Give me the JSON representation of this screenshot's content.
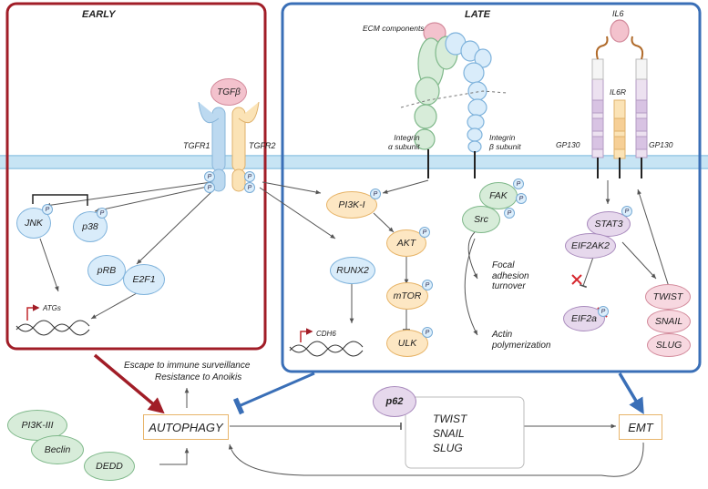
{
  "panels": {
    "early": "EARLY",
    "late": "LATE"
  },
  "receptors": {
    "tgfb": "TGFβ",
    "tgfr1": "TGFR1",
    "tgfr2": "TGFR2",
    "il6": "IL6",
    "il6r": "IL6R",
    "gp130_left": "GP130",
    "gp130_right": "GP130",
    "ecm": "ECM components",
    "integrin_a": [
      "Integrin",
      "α subunit"
    ],
    "integrin_b": [
      "Integrin",
      "β subunit"
    ]
  },
  "nodes": {
    "jnk": "JNK",
    "p38": "p38",
    "prb": "pRB",
    "e2f1": "E2F1",
    "runx2": "RUNX2",
    "pi3k_i": "PI3K-I",
    "akt": "AKT",
    "mtor": "mTOR",
    "ulk": "ULK",
    "fak": "FAK",
    "src": "Src",
    "stat3": "STAT3",
    "eif2ak2": "EIF2AK2",
    "eif2a": "EIF2a",
    "twist": "TWIST",
    "snail": "SNAIL",
    "slug": "SLUG",
    "pi3k_iii": "PI3K-III",
    "beclin": "Beclin",
    "dedd": "DEDD",
    "p62": "p62"
  },
  "phospho": "P",
  "genes": {
    "atgs": "ATGs",
    "cdh6": "CDH6"
  },
  "notes": {
    "focal": [
      "Focal",
      "adhesion",
      "turnover"
    ],
    "actin": [
      "Actin",
      "polymerization"
    ],
    "escape": "Escape to immune surveillance",
    "anoikis": "Resistance to Anoikis"
  },
  "bottom": {
    "autophagy": "AUTOPHAGY",
    "emt": "EMT",
    "emt_factors": [
      "TWIST",
      "SNAIL",
      "SLUG"
    ]
  },
  "colors": {
    "early_border": "#a11d27",
    "late_border": "#3a6fb7",
    "membrane": "#bfe0f2",
    "arrow": "#555555"
  }
}
